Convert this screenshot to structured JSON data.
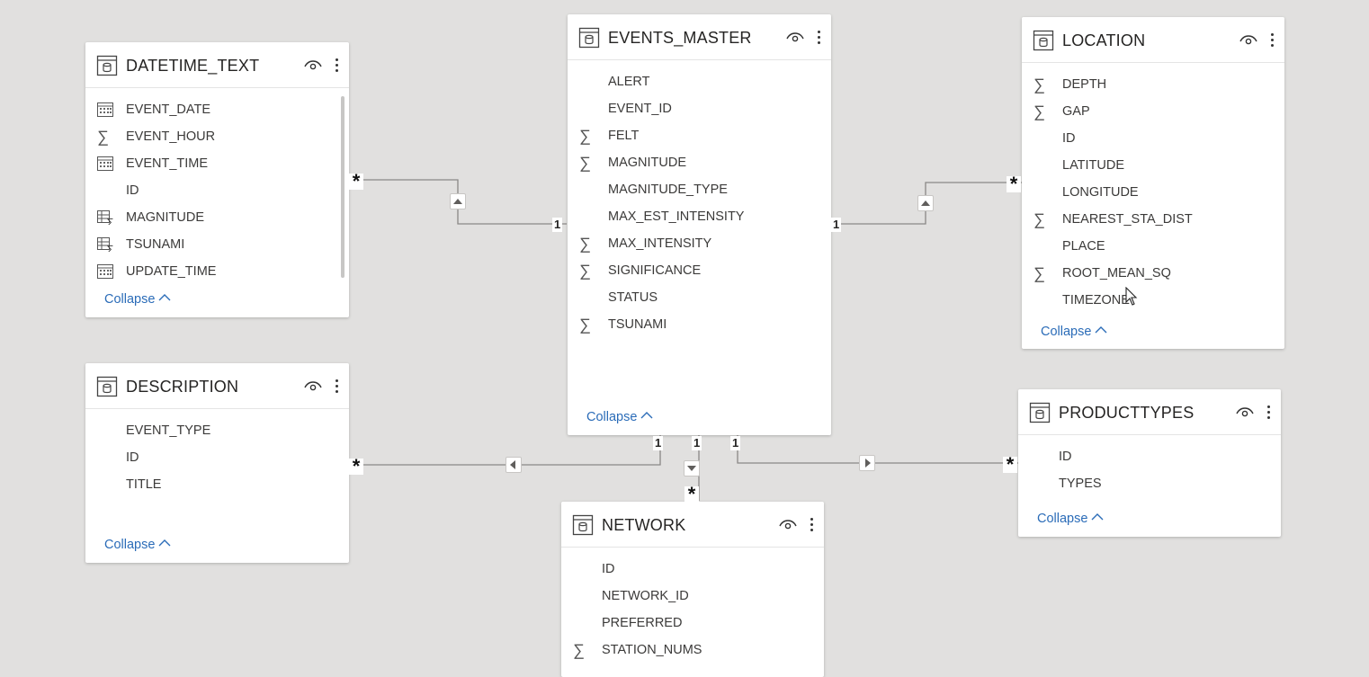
{
  "tables": {
    "datetime_text": {
      "title": "DATETIME_TEXT",
      "collapse_label": "Collapse",
      "fields": [
        {
          "name": "EVENT_DATE",
          "icon": "calendar-icon"
        },
        {
          "name": "EVENT_HOUR",
          "icon": "sigma-icon"
        },
        {
          "name": "EVENT_TIME",
          "icon": "calendar-icon"
        },
        {
          "name": "ID",
          "icon": ""
        },
        {
          "name": "MAGNITUDE",
          "icon": "calculated-table-icon"
        },
        {
          "name": "TSUNAMI",
          "icon": "calculated-table-icon"
        },
        {
          "name": "UPDATE_TIME",
          "icon": "calendar-icon"
        }
      ]
    },
    "events_master": {
      "title": "EVENTS_MASTER",
      "collapse_label": "Collapse",
      "fields": [
        {
          "name": "ALERT",
          "icon": ""
        },
        {
          "name": "EVENT_ID",
          "icon": ""
        },
        {
          "name": "FELT",
          "icon": "sigma-icon"
        },
        {
          "name": "MAGNITUDE",
          "icon": "sigma-icon"
        },
        {
          "name": "MAGNITUDE_TYPE",
          "icon": ""
        },
        {
          "name": "MAX_EST_INTENSITY",
          "icon": ""
        },
        {
          "name": "MAX_INTENSITY",
          "icon": "sigma-icon"
        },
        {
          "name": "SIGNIFICANCE",
          "icon": "sigma-icon"
        },
        {
          "name": "STATUS",
          "icon": ""
        },
        {
          "name": "TSUNAMI",
          "icon": "sigma-icon"
        }
      ]
    },
    "location": {
      "title": "LOCATION",
      "collapse_label": "Collapse",
      "fields": [
        {
          "name": "DEPTH",
          "icon": "sigma-icon"
        },
        {
          "name": "GAP",
          "icon": "sigma-icon"
        },
        {
          "name": "ID",
          "icon": ""
        },
        {
          "name": "LATITUDE",
          "icon": ""
        },
        {
          "name": "LONGITUDE",
          "icon": ""
        },
        {
          "name": "NEAREST_STA_DIST",
          "icon": "sigma-icon"
        },
        {
          "name": "PLACE",
          "icon": ""
        },
        {
          "name": "ROOT_MEAN_SQ",
          "icon": "sigma-icon"
        },
        {
          "name": "TIMEZONE",
          "icon": ""
        }
      ]
    },
    "description": {
      "title": "DESCRIPTION",
      "collapse_label": "Collapse",
      "fields": [
        {
          "name": "EVENT_TYPE",
          "icon": ""
        },
        {
          "name": "ID",
          "icon": ""
        },
        {
          "name": "TITLE",
          "icon": ""
        }
      ]
    },
    "producttypes": {
      "title": "PRODUCTTYPES",
      "collapse_label": "Collapse",
      "fields": [
        {
          "name": "ID",
          "icon": ""
        },
        {
          "name": "TYPES",
          "icon": ""
        }
      ]
    },
    "network": {
      "title": "NETWORK",
      "fields": [
        {
          "name": "ID",
          "icon": ""
        },
        {
          "name": "NETWORK_ID",
          "icon": ""
        },
        {
          "name": "PREFERRED",
          "icon": ""
        },
        {
          "name": "STATION_NUMS",
          "icon": "sigma-icon"
        }
      ]
    }
  },
  "relationships": {
    "one_label": "1",
    "many_label": "*"
  },
  "colors": {
    "canvas": "#e1e0df",
    "card": "#ffffff",
    "link": "#2b6cb8",
    "line": "#8a8886"
  }
}
